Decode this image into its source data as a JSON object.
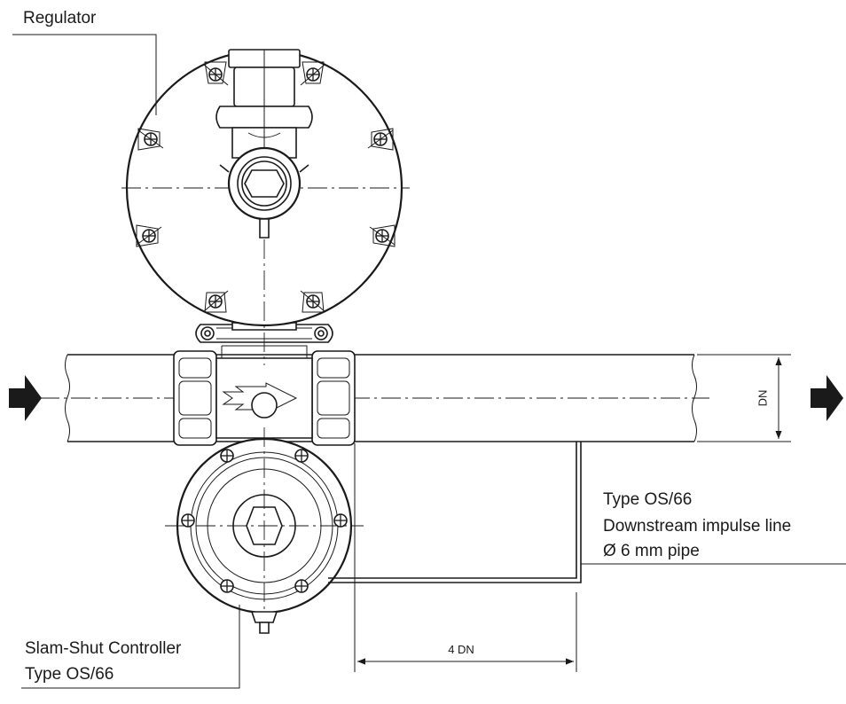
{
  "labels": {
    "regulator": "Regulator",
    "impulse_line_1": "Type OS/66",
    "impulse_line_2": "Downstream impulse line",
    "impulse_line_3": "Ø 6 mm pipe",
    "slam_shut_1": "Slam-Shut Controller",
    "slam_shut_2": "Type OS/66"
  },
  "dimensions": {
    "pipe_diameter": "DN",
    "distance": "4 DN"
  }
}
